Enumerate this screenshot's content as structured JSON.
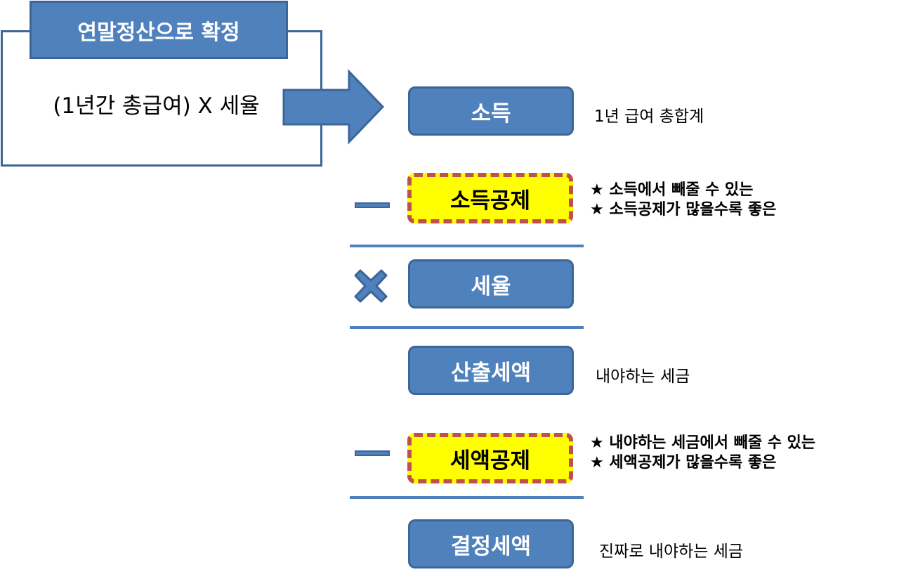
{
  "header": {
    "title": "연말정산으로 확정",
    "formula": "(1년간 총급여) X 세율"
  },
  "colors": {
    "box_fill": "#4f81bd",
    "box_border": "#3c6598",
    "highlight_fill": "#ffff00",
    "highlight_border": "#c0504d"
  },
  "steps": [
    {
      "label": "소득",
      "note": "1년 급여 총합계"
    },
    {
      "operator": "minus-icon",
      "label": "소득공제",
      "notes": [
        "★ 소득에서 빼줄 수 있는",
        "★ 소득공제가 많을수록 좋은"
      ]
    },
    {
      "operator": "multiply-icon",
      "label": "세율"
    },
    {
      "label": "산출세액",
      "note": "내야하는 세금"
    },
    {
      "operator": "minus-icon",
      "label": "세액공제",
      "notes": [
        "★ 내야하는 세금에서 빼줄 수 있는",
        "★ 세액공제가 많을수록 좋은"
      ]
    },
    {
      "label": "결정세액",
      "note": "진짜로 내야하는 세금"
    }
  ]
}
